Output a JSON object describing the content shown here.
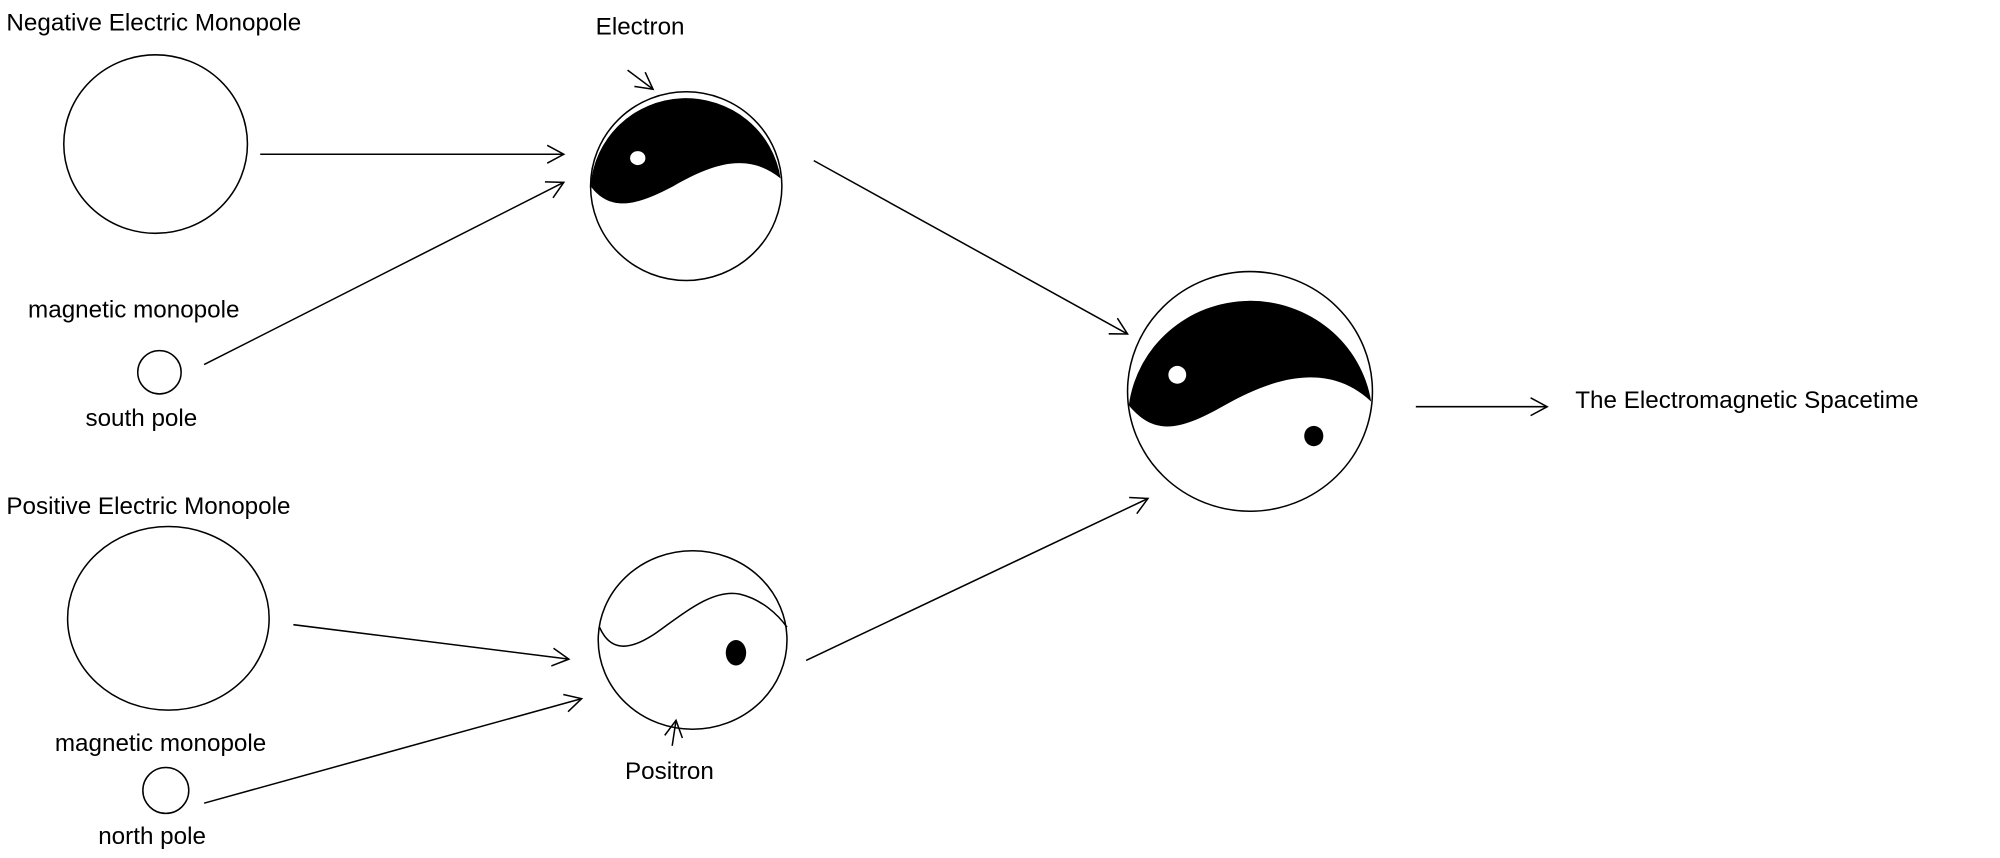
{
  "labels": {
    "negative_electric_monopole": "Negative Electric Monopole",
    "magnetic_monopole_1": "magnetic monopole",
    "south_pole": "south pole",
    "positive_electric_monopole": "Positive Electric Monopole",
    "magnetic_monopole_2": "magnetic monopole",
    "north_pole": "north pole",
    "electron": "Electron",
    "positron": "Positron",
    "result": "The Electromagnetic Spacetime"
  },
  "colors": {
    "ink": "#000000",
    "background": "#ffffff"
  }
}
